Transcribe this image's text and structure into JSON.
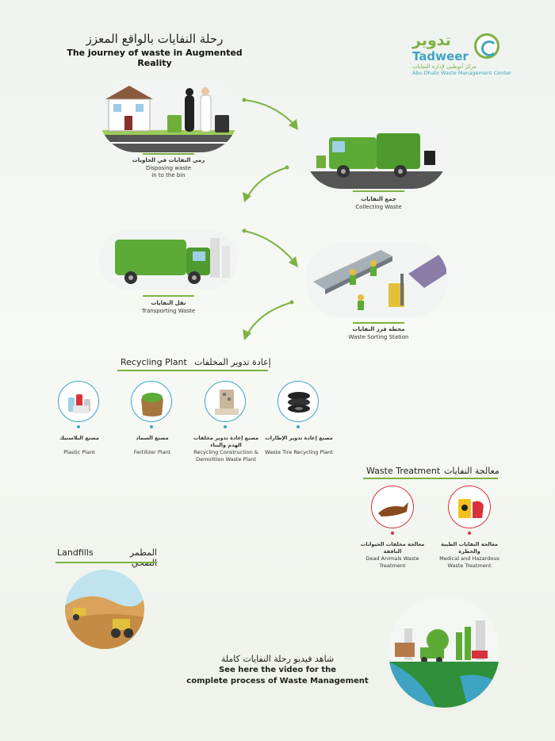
{
  "header": {
    "title_ar": "رحلة النفايات بالواقع المعزز",
    "title_en": "The journey of waste in Augmented Reality"
  },
  "logo": {
    "name_ar": "تدوير",
    "name_en": "Tadweer",
    "subtitle_ar": "مركز أبوظبي لإدارة النفايات",
    "subtitle_en": "Abu Dhabi Waste Management Center"
  },
  "steps": [
    {
      "label_ar": "رمي النفايات في الحاويات",
      "label_en_1": "Disposing waste",
      "label_en_2": "in to the bin"
    },
    {
      "label_ar": "جمع النفايات",
      "label_en_1": "Collecting Waste"
    },
    {
      "label_ar": "نقل النفايات",
      "label_en_1": "Transporting Waste"
    },
    {
      "label_ar": "محطة فرز النفايات",
      "label_en_1": "Waste Sorting Station"
    }
  ],
  "recycling": {
    "heading_en": "Recycling Plant",
    "heading_ar": "إعادة تدوير المخلفات",
    "plants": [
      {
        "ar": "مصنع البلاستيك",
        "en": "Plastic Plant"
      },
      {
        "ar": "مصنع السماد",
        "en": "Fertilizer Plant"
      },
      {
        "ar": "مصنع إعادة تدوير مخلفات الهدم والبناء",
        "en": "Recycling Construction & Demolition Waste Plant"
      },
      {
        "ar": "مصنع إعادة تدوير الإطارات",
        "en": "Waste Tire Recycling Plant"
      }
    ]
  },
  "treatment": {
    "heading_en": "Waste Treatment",
    "heading_ar": "معالجة النفايات",
    "items": [
      {
        "ar": "معالجة مخلفات الحيوانات النافقة",
        "en": "Dead Animals Waste Treatment"
      },
      {
        "ar": "معالجة النفايات الطبية والخطرة",
        "en": "Medical and Hazardous Waste Treatment"
      }
    ]
  },
  "landfills": {
    "heading_en": "Landfills",
    "heading_ar": "المطمر الصحي"
  },
  "video": {
    "text_ar": "شاهد فيديو رحلة النفايات كاملة",
    "line1": "See here the video for the",
    "line2": "complete process of Waste Management"
  },
  "colors": {
    "accent_green": "#7cb242",
    "accent_blue": "#3fa4c4",
    "accent_red": "#d9313b"
  }
}
